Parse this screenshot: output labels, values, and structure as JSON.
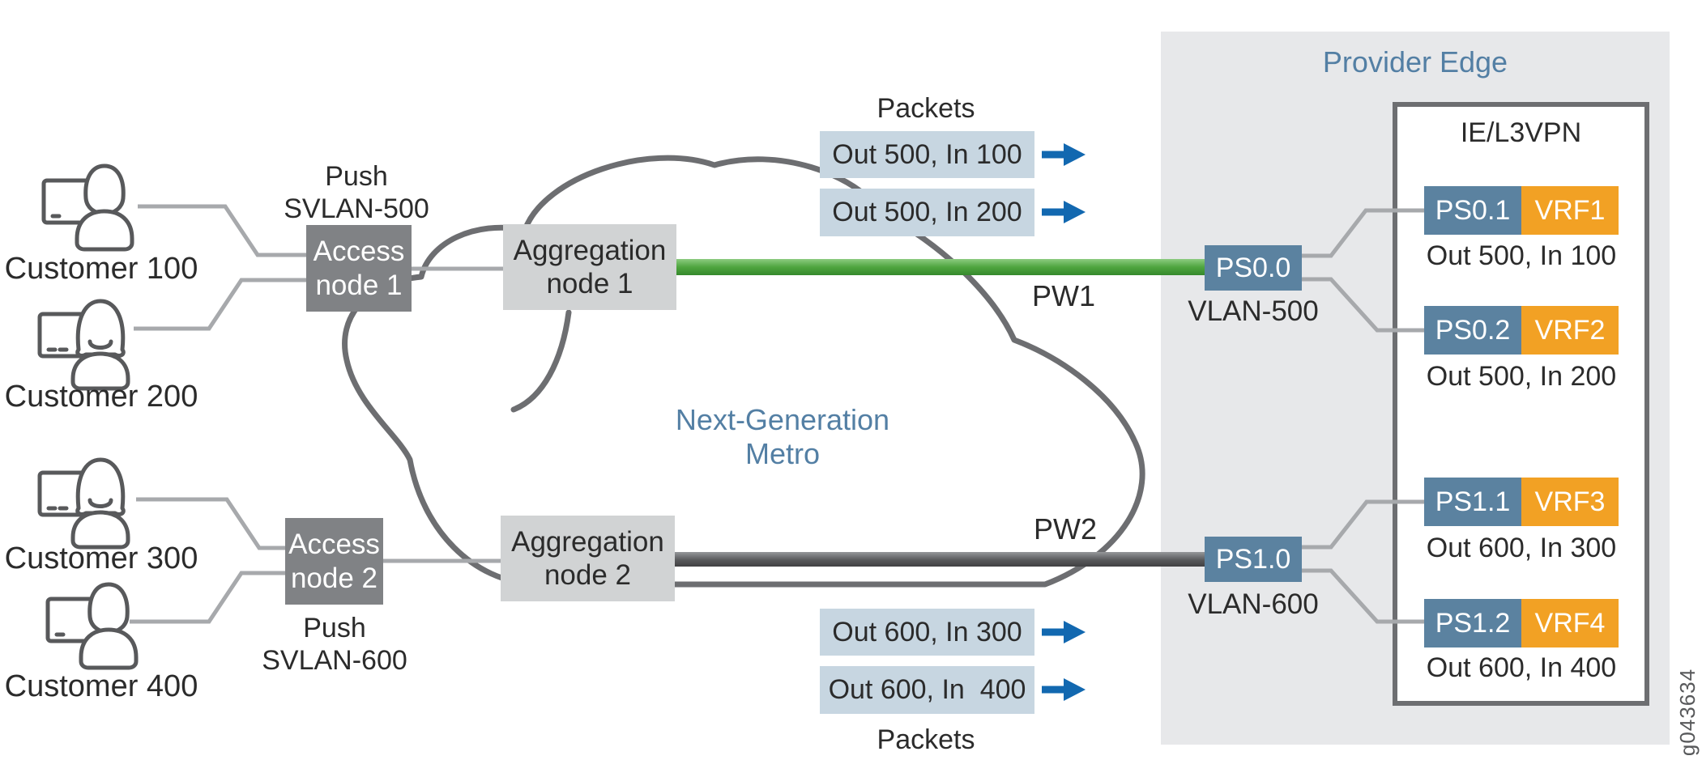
{
  "customers": [
    {
      "label": "Customer 100",
      "icon": "person-male-at-computer"
    },
    {
      "label": "Customer 200",
      "icon": "person-female-at-computer"
    },
    {
      "label": "Customer 300",
      "icon": "person-female-at-computer"
    },
    {
      "label": "Customer 400",
      "icon": "person-male-at-computer"
    }
  ],
  "access_nodes": [
    {
      "label": "Access\nnode 1",
      "tag": "Push\nSVLAN-500"
    },
    {
      "label": "Access\nnode 2",
      "tag": "Push\nSVLAN-600"
    }
  ],
  "aggregation_nodes": [
    {
      "label": "Aggregation\nnode 1"
    },
    {
      "label": "Aggregation\nnode 2"
    }
  ],
  "cloud": {
    "label": "Next-Generation\nMetro"
  },
  "pseudowires": [
    {
      "label": "PW1",
      "color": "#4aa13c"
    },
    {
      "label": "PW2",
      "color": "#58595b"
    }
  ],
  "packets_top": {
    "title": "Packets",
    "items": [
      "Out 500, In 100",
      "Out 500, In 200"
    ]
  },
  "packets_bottom": {
    "items": [
      "Out 600, In 300",
      "Out 600, In  400"
    ],
    "title": "Packets"
  },
  "provider_edge": {
    "title": "Provider Edge",
    "vpn_box_title": "IE/L3VPN",
    "interfaces": [
      {
        "label": "PS0.0",
        "vlan": "VLAN-500"
      },
      {
        "label": "PS1.0",
        "vlan": "VLAN-600"
      }
    ],
    "services": [
      {
        "ps": "PS0.1",
        "vrf": "VRF1",
        "traffic": "Out 500, In 100"
      },
      {
        "ps": "PS0.2",
        "vrf": "VRF2",
        "traffic": "Out 500, In 200"
      },
      {
        "ps": "PS1.1",
        "vrf": "VRF3",
        "traffic": "Out 600, In 300"
      },
      {
        "ps": "PS1.2",
        "vrf": "VRF4",
        "traffic": "Out 600, In 400"
      }
    ]
  },
  "figure_id": "g043634",
  "colors": {
    "blue_text": "#537fa4",
    "ps_blue": "#5b82a0",
    "vrf_orange": "#f2a124",
    "packet_box_blue": "#c7d6e1",
    "arrow_blue": "#1268b0",
    "pw1_green": "#4aa13c",
    "pw2_gray": "#58595b",
    "access_node_gray": "#808285",
    "aggregation_node_gray": "#d1d3d4",
    "provider_edge_bg": "#e7e8ea"
  }
}
